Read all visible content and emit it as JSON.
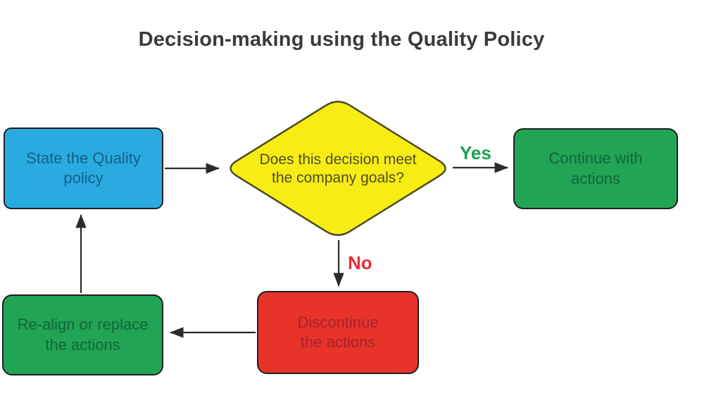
{
  "title": "Decision-making using the Quality Policy",
  "nodes": {
    "state_policy": {
      "label": "State the Quality\npolicy"
    },
    "decision": {
      "label": "Does this decision meet\nthe company goals?"
    },
    "continue_actions": {
      "label": "Continue with\nactions"
    },
    "discontinue_actions": {
      "label": "Discontinue\nthe actions"
    },
    "realign_actions": {
      "label": "Re-align or replace\nthe actions"
    }
  },
  "edges": {
    "yes": {
      "label": "Yes"
    },
    "no": {
      "label": "No"
    }
  },
  "colors": {
    "blue_fill": "#29abe2",
    "blue_text": "#175e89",
    "yellow_fill": "#f7ec13",
    "yellow_stroke": "#4c4a23",
    "yellow_text": "#4f4f28",
    "green_fill": "#22a455",
    "green_text": "#10663a",
    "red_fill": "#e8332b",
    "red_text": "#a2232a",
    "yes_label": "#17a254",
    "no_label": "#ed2c32",
    "connector": "#2b2b2b",
    "title_text": "#3a3a3c"
  }
}
